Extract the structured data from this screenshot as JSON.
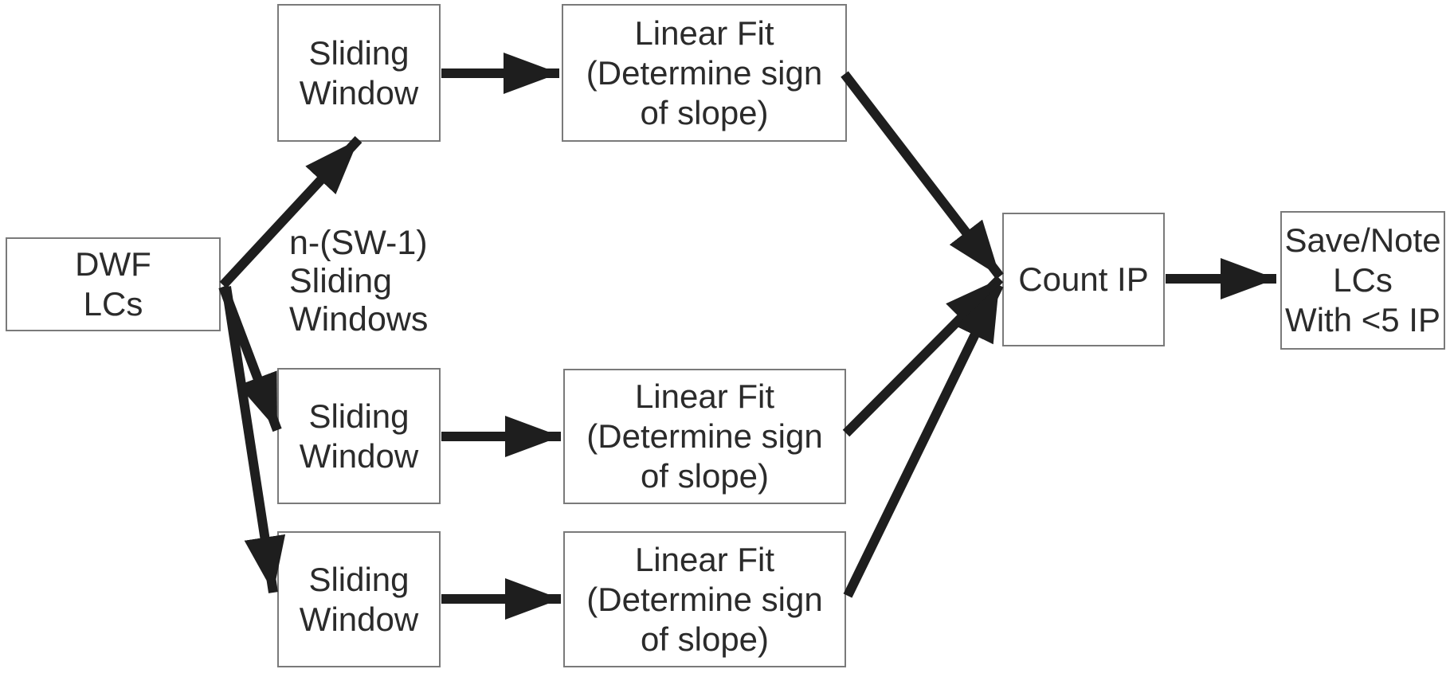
{
  "diagram": {
    "nodes": {
      "dwf": {
        "label": "DWF\nLCs"
      },
      "sw_top": {
        "label": "Sliding\nWindow"
      },
      "lf_top": {
        "label": "Linear Fit\n(Determine sign\nof slope)"
      },
      "sw_mid": {
        "label": "Sliding\nWindow"
      },
      "lf_mid": {
        "label": "Linear Fit\n(Determine sign\nof slope)"
      },
      "sw_bot": {
        "label": "Sliding\nWindow"
      },
      "lf_bot": {
        "label": "Linear Fit\n(Determine sign\nof slope)"
      },
      "count_ip": {
        "label": "Count IP"
      },
      "save_note": {
        "label": "Save/Note\nLCs\nWith <5 IP"
      }
    },
    "annotation": "n-(SW-1)\nSliding\nWindows",
    "edges": [
      {
        "from": "dwf",
        "to": "sw_top"
      },
      {
        "from": "dwf",
        "to": "sw_mid"
      },
      {
        "from": "dwf",
        "to": "sw_bot"
      },
      {
        "from": "sw_top",
        "to": "lf_top"
      },
      {
        "from": "sw_mid",
        "to": "lf_mid"
      },
      {
        "from": "sw_bot",
        "to": "lf_bot"
      },
      {
        "from": "lf_top",
        "to": "count_ip"
      },
      {
        "from": "lf_mid",
        "to": "count_ip"
      },
      {
        "from": "lf_bot",
        "to": "count_ip"
      },
      {
        "from": "count_ip",
        "to": "save_note"
      }
    ],
    "colors": {
      "arrow": "#1e1e1e",
      "box_border": "#7a7a7a",
      "text": "#2b2b2b",
      "background": "#ffffff"
    }
  }
}
